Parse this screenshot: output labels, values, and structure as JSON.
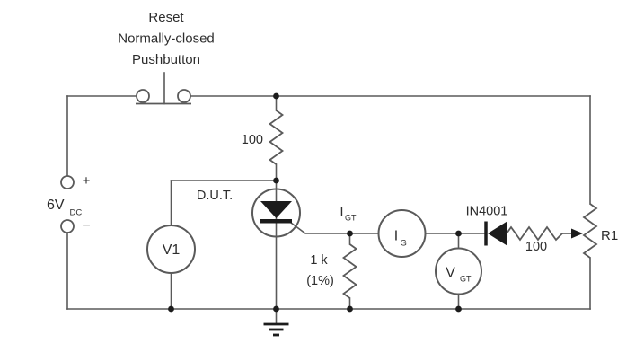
{
  "theme": {
    "background": "#ffffff",
    "wire_color": "#5a5a5a",
    "text_color": "#2d2d2d",
    "fill_color": "#1c1c1c"
  },
  "components": {
    "pushbutton": {
      "label_lines": [
        "Reset",
        "Normally-closed",
        "Pushbutton"
      ]
    },
    "supply": {
      "value": "6V",
      "subscript": "DC",
      "positive": "+",
      "negative": "−"
    },
    "anode_resistor": {
      "value": "100"
    },
    "dut": {
      "label": "D.U.T."
    },
    "meter_v1": {
      "label": "V1"
    },
    "gate_current": {
      "symbol": "I",
      "subscript": "GT"
    },
    "gate_resistor": {
      "value": "1 k",
      "tolerance": "(1%)"
    },
    "meter_ig": {
      "symbol": "I",
      "subscript": "G"
    },
    "meter_vgt": {
      "symbol": "V",
      "subscript": "GT"
    },
    "diode": {
      "part_number": "IN4001"
    },
    "series_resistor": {
      "value": "100"
    },
    "potentiometer": {
      "label": "R1"
    }
  }
}
